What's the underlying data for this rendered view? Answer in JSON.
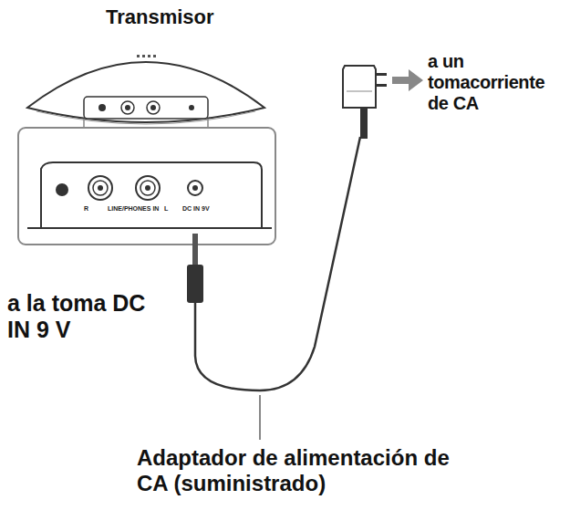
{
  "diagram": {
    "labels": [
      "Transmisor",
      "a un tomacorriente de CA",
      "a la toma DC IN 9 V",
      "Adaptador de alimentación de CA (suministrado)",
      "R",
      "LINE/PHONES IN",
      "L",
      "DC IN 9V"
    ]
  }
}
